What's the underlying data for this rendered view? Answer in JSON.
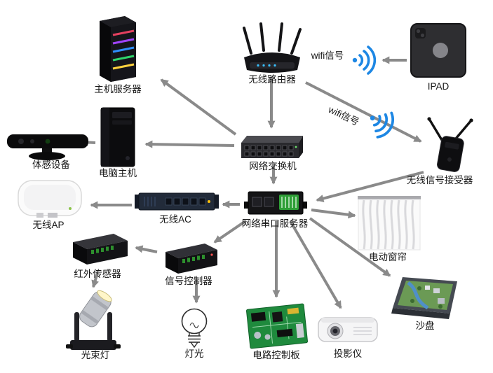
{
  "diagram": {
    "type": "network-topology",
    "background_color": "#ffffff",
    "arrow_color": "#8a8a8a",
    "wifi_icon_color": "#1d87e4",
    "nodes": {
      "host_server": {
        "label": "主机服务器"
      },
      "wireless_router": {
        "label": "无线路由器"
      },
      "wifi_signal_top": {
        "label": "wifi信号"
      },
      "ipad": {
        "label": "IPAD"
      },
      "motion_device": {
        "label": "体感设备"
      },
      "pc_host": {
        "label": "电脑主机"
      },
      "network_switch": {
        "label": "网络交换机"
      },
      "wifi_signal_mid": {
        "label": "wifi信号"
      },
      "wireless_receiver": {
        "label": "无线信号接受器"
      },
      "wireless_ap": {
        "label": "无线AP"
      },
      "wireless_ac": {
        "label": "无线AC"
      },
      "serial_server": {
        "label": "网络串口服务器"
      },
      "electric_curtain": {
        "label": "电动窗帘"
      },
      "infrared_sensor": {
        "label": "红外传感器"
      },
      "signal_controller": {
        "label": "信号控制器"
      },
      "beam_light": {
        "label": "光束灯"
      },
      "light": {
        "label": "灯光"
      },
      "circuit_board": {
        "label": "电路控制板"
      },
      "projector": {
        "label": "投影仪"
      },
      "sand_table": {
        "label": "沙盘"
      }
    },
    "connections": [
      {
        "from": "wireless_router",
        "to": "network_switch"
      },
      {
        "from": "ipad",
        "to": "wireless_router",
        "via": "wifi_signal_top"
      },
      {
        "from": "network_switch",
        "to": "host_server"
      },
      {
        "from": "network_switch",
        "to": "pc_host"
      },
      {
        "from": "pc_host",
        "to": "motion_device"
      },
      {
        "from": "wireless_router",
        "to": "wireless_receiver",
        "via": "wifi_signal_mid"
      },
      {
        "from": "wireless_receiver",
        "to": "serial_server"
      },
      {
        "from": "network_switch",
        "to": "serial_server"
      },
      {
        "from": "serial_server",
        "to": "wireless_ac"
      },
      {
        "from": "wireless_ac",
        "to": "wireless_ap"
      },
      {
        "from": "serial_server",
        "to": "signal_controller"
      },
      {
        "from": "signal_controller",
        "to": "infrared_sensor"
      },
      {
        "from": "infrared_sensor",
        "to": "beam_light"
      },
      {
        "from": "signal_controller",
        "to": "light"
      },
      {
        "from": "serial_server",
        "to": "circuit_board"
      },
      {
        "from": "serial_server",
        "to": "projector"
      },
      {
        "from": "serial_server",
        "to": "electric_curtain"
      },
      {
        "from": "serial_server",
        "to": "sand_table"
      }
    ]
  }
}
